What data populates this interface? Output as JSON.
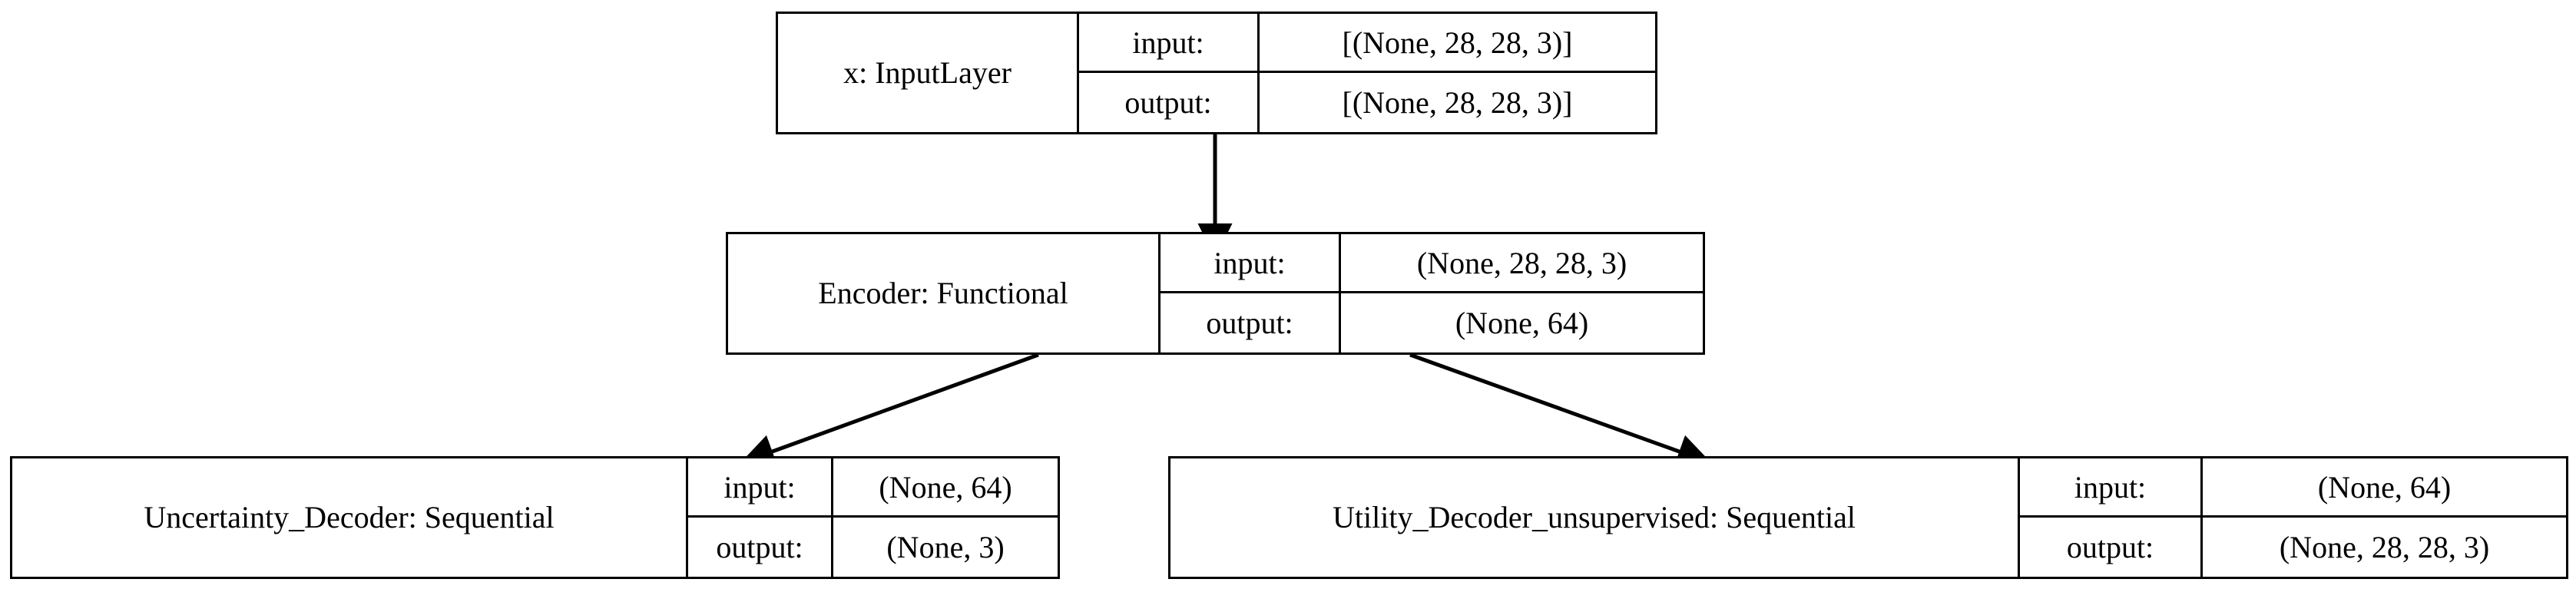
{
  "diagram": {
    "title": "Keras model architecture graph",
    "background_color": "#ffffff",
    "line_color": "#000000",
    "text_color": "#000000",
    "io_labels": {
      "input": "input:",
      "output": "output:"
    },
    "nodes": [
      {
        "id": "input-layer",
        "name": "x: InputLayer",
        "input_label": "input:",
        "input_value": "[(None, 28, 28, 3)]",
        "output_label": "output:",
        "output_value": "[(None, 28, 28, 3)]"
      },
      {
        "id": "encoder",
        "name": "Encoder: Functional",
        "input_label": "input:",
        "input_value": "(None, 28, 28, 3)",
        "output_label": "output:",
        "output_value": "(None, 64)"
      },
      {
        "id": "uncertainty-decoder",
        "name": "Uncertainty_Decoder: Sequential",
        "input_label": "input:",
        "input_value": "(None, 64)",
        "output_label": "output:",
        "output_value": "(None, 3)"
      },
      {
        "id": "utility-decoder-unsupervised",
        "name": "Utility_Decoder_unsupervised: Sequential",
        "input_label": "input:",
        "input_value": "(None, 64)",
        "output_label": "output:",
        "output_value": "(None, 28, 28, 3)"
      }
    ],
    "edges": [
      {
        "from": "input-layer",
        "to": "encoder"
      },
      {
        "from": "encoder",
        "to": "uncertainty-decoder"
      },
      {
        "from": "encoder",
        "to": "utility-decoder-unsupervised"
      }
    ]
  }
}
